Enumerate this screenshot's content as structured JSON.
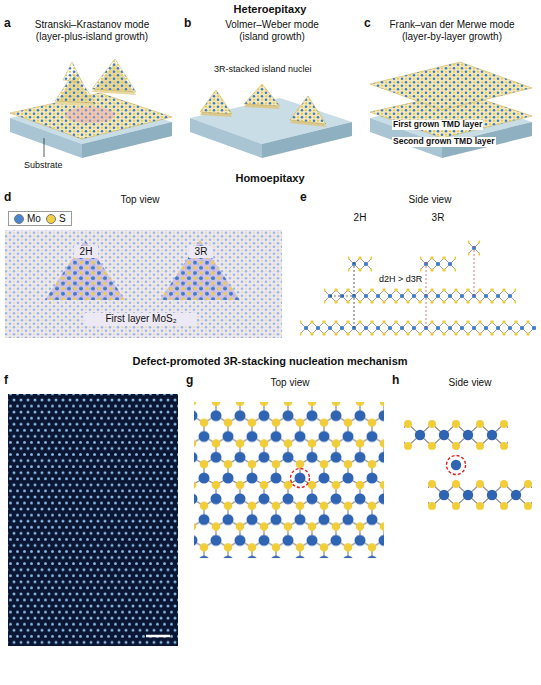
{
  "diagram": {
    "labels": [
      "Heteroepitaxy",
      "a",
      "Stranski–Krastanov mode (layer-plus-island growth)",
      "Substrate",
      "b",
      "Volmer–Weber mode (island growth)",
      "3R-stacked island nuclei",
      "c",
      "Frank–van der Merwe mode (layer-by-layer growth)",
      "First grown TMD layer",
      "Second grown TMD layer",
      "Homoepitaxy",
      "d",
      "Top view",
      "e",
      "Side view",
      "2H",
      "3R",
      "First layer MoS₂",
      "2H",
      "3R",
      "d2H > d3R",
      "Defect-promoted 3R-stacking nucleation mechanism",
      "f",
      "g",
      "Top view",
      "h",
      "Side view"
    ],
    "legend": [
      {
        "text": "Mo",
        "color": "#4a86cf"
      },
      {
        "text": "S",
        "color": "#f0d047"
      }
    ]
  }
}
